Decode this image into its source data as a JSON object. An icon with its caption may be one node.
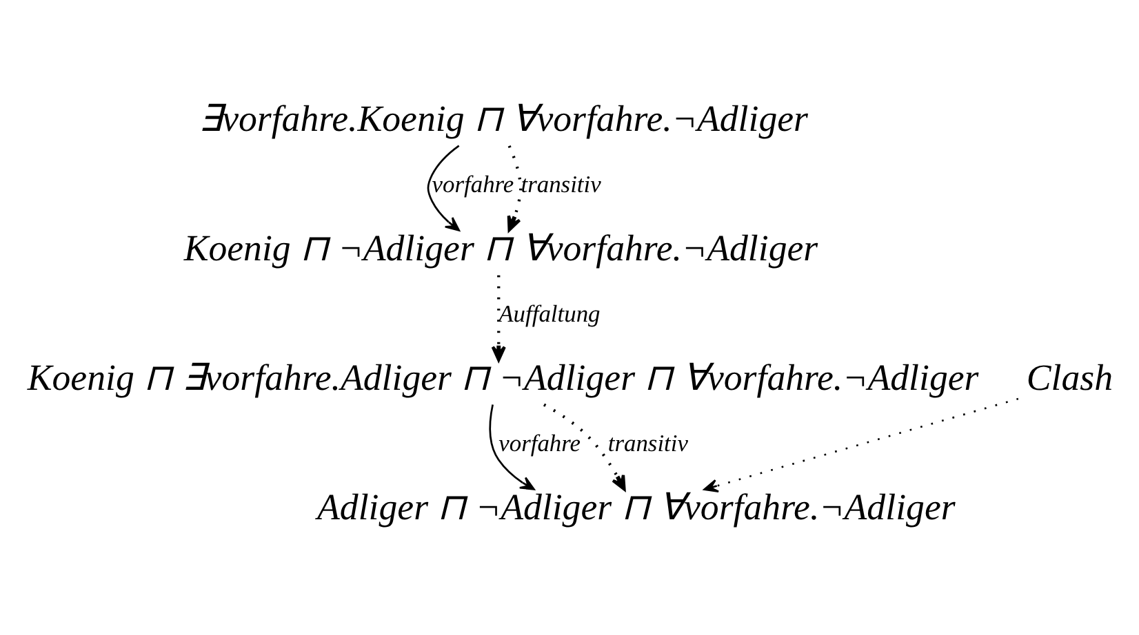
{
  "diagram": {
    "nodes": [
      {
        "text": [
          "∃vorfahre.Koenig ⊓ ∀vorfahre.¬Adliger"
        ]
      },
      {
        "text": [
          "Koenig ⊓ ¬Adliger ⊓ ∀vorfahre.¬Adliger"
        ]
      },
      {
        "text": [
          "Koenig ⊓ ∃vorfahre.Adliger ⊓ ¬Adliger ⊓ ∀vorfahre.¬Adliger"
        ]
      },
      {
        "text": [
          "Adliger ⊓ ¬Adliger ⊓ ∀vorfahre.¬Adliger"
        ]
      },
      {
        "text": [
          "Clash"
        ]
      }
    ],
    "edges": [
      {
        "from": 0,
        "to": 1,
        "arrow": "to",
        "label": "vorfahre"
      },
      {
        "from": 0,
        "to": 1,
        "arrow": "to",
        "label": "transitiv",
        "style": "dashed"
      },
      {
        "from": 1,
        "to": 2,
        "arrow": "to",
        "label": "Auffaltung",
        "style": "dashed"
      },
      {
        "from": 2,
        "to": 3,
        "arrow": "to",
        "label": "vorfahre"
      },
      {
        "from": 2,
        "to": 3,
        "arrow": "to",
        "label": "transitiv",
        "style": "dashed"
      },
      {
        "from": 4,
        "to": 3,
        "arrow": "to",
        "style": "dashed"
      }
    ]
  }
}
